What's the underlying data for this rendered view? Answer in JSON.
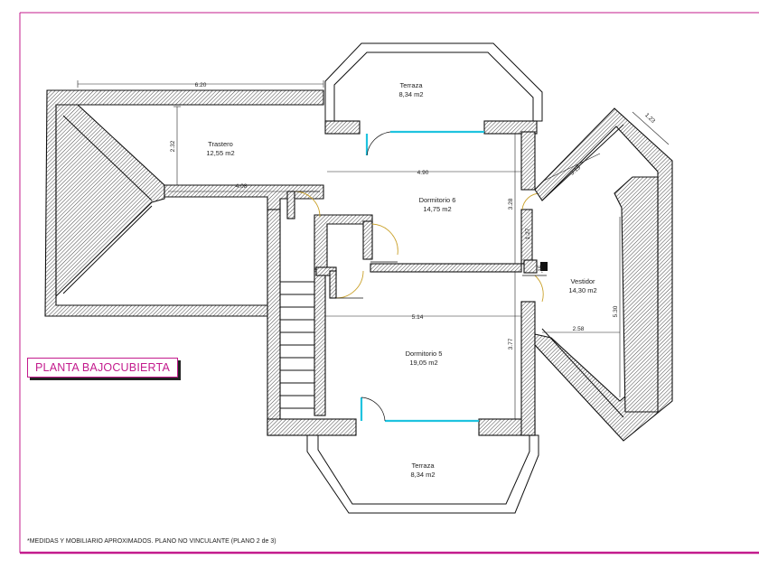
{
  "plan_title": "PLANTA BAJOCUBIERTA",
  "footnote": "*MEDIDAS Y MOBILIARIO APROXIMADOS. PLANO NO VINCULANTE (PLANO 2 de 3)",
  "accent_color": "#c31b8d",
  "glass_color": "#1fc3df",
  "rooms": {
    "terraza_top": {
      "name": "Terraza",
      "area": "8,34 m2"
    },
    "trastero": {
      "name": "Trastero",
      "area": "12,55 m2"
    },
    "dormitorio6": {
      "name": "Dormitorio 6",
      "area": "14,75 m2"
    },
    "vestidor": {
      "name": "Vestidor",
      "area": "14,30 m2"
    },
    "dormitorio5": {
      "name": "Dormitorio 5",
      "area": "19,05 m2"
    },
    "terraza_bottom": {
      "name": "Terraza",
      "area": "8,34 m2"
    }
  },
  "dimensions": {
    "d620": "6.20",
    "d232": "2.32",
    "d408": "4.08",
    "d490": "4.90",
    "d328": "3.28",
    "d127": "1.27",
    "d015": ",15",
    "d514": "5.14",
    "d377": "3.77",
    "d258": "2.58",
    "d530": "5.30",
    "d319": "3.19",
    "d123": "1.23"
  }
}
